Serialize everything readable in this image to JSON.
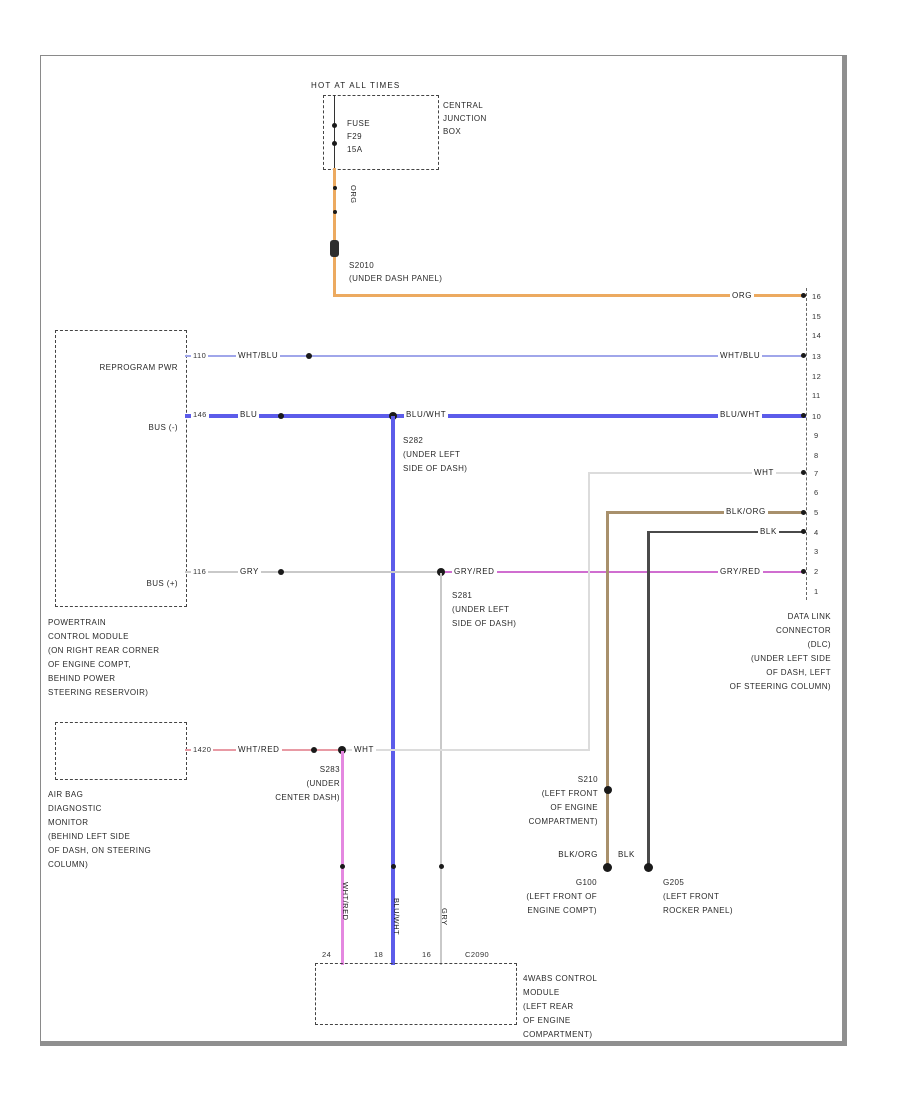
{
  "colors": {
    "orange": "#ecaa60",
    "white_blue": "#a0a6ea",
    "blue": "#5c5cea",
    "gray": "#c9c9c9",
    "gray_red": "#d06ed0",
    "white_red": "#e89aa4",
    "white": "#dcdcdc",
    "black_orange": "#a8906c",
    "black": "#4a4a4a",
    "pink": "#e488e0"
  },
  "power": {
    "hot": "HOT AT ALL TIMES",
    "fuse": "FUSE\nF29\n15A",
    "cjb": "CENTRAL\nJUNCTION\nBOX",
    "org_vertical": "ORG",
    "org_right": "ORG",
    "splice": "S2010\n(UNDER DASH PANEL)"
  },
  "pcm": {
    "pin_reprogram": "REPROGRAM PWR",
    "pin_bus_minus": "BUS (-)",
    "pin_bus_plus": "BUS (+)",
    "caption": "POWERTRAIN\nCONTROL MODULE\n(ON RIGHT REAR CORNER\nOF ENGINE COMPT,\nBEHIND POWER\nSTEERING RESERVOIR)"
  },
  "row_reprogram": {
    "pin": "110",
    "color_left": "WHT/BLU",
    "color_right": "WHT/BLU"
  },
  "row_bus_minus": {
    "pin": "146",
    "color_left": "BLU",
    "color_after": "BLU/WHT",
    "color_right": "BLU/WHT",
    "splice": "S282\n(UNDER LEFT\nSIDE OF DASH)"
  },
  "row_bus_plus": {
    "pin": "116",
    "color_left": "GRY",
    "color_after": "GRY/RED",
    "color_right": "GRY/RED",
    "splice": "S281\n(UNDER LEFT\nSIDE OF DASH)"
  },
  "airbag": {
    "pin": "1420",
    "color_left": "WHT/RED",
    "color_after": "WHT",
    "splice": "S283\n(UNDER\nCENTER DASH)",
    "caption": "AIR BAG\nDIAGNOSTIC\nMONITOR\n(BEHIND LEFT SIDE\nOF DASH, ON STEERING\nCOLUMN)"
  },
  "dlc": {
    "pins": [
      "16",
      "15",
      "14",
      "13",
      "12",
      "11",
      "10",
      "9",
      "8",
      "7",
      "6",
      "5",
      "4",
      "3",
      "2",
      "1"
    ],
    "wht_label": "WHT",
    "caption": "DATA LINK\nCONNECTOR\n(DLC)\n(UNDER LEFT SIDE\nOF DASH, LEFT\nOF STEERING COLUMN)"
  },
  "grounds": {
    "blk_org_right": "BLK/ORG",
    "blk_right": "BLK",
    "blk_org_lower": "BLK/ORG",
    "blk_lower": "BLK",
    "s210": "S210\n(LEFT FRONT\nOF ENGINE\nCOMPARTMENT)",
    "g100": "G100\n(LEFT FRONT OF\nENGINE COMPT)",
    "g205": "G205\n(LEFT FRONT\nROCKER PANEL)"
  },
  "module": {
    "connector": "C2090",
    "pin_left": "24",
    "pin_mid": "18",
    "pin_right": "16",
    "wire_left": "WHT/RED",
    "wire_mid": "BLU/WHT",
    "wire_right": "GRY",
    "caption": "4WABS CONTROL\nMODULE\n(LEFT REAR\nOF ENGINE\nCOMPARTMENT)"
  }
}
